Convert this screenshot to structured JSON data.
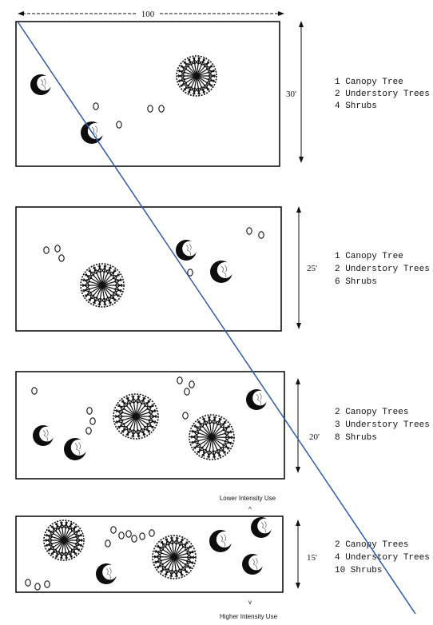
{
  "width_label": "100",
  "panels": [
    {
      "depth_label": "30'",
      "legend": [
        "1 Canopy Tree",
        "2 Understory Trees",
        "4 Shrubs"
      ]
    },
    {
      "depth_label": "25'",
      "legend": [
        "1 Canopy Tree",
        "2 Understory Trees",
        "6 Shrubs"
      ]
    },
    {
      "depth_label": "20'",
      "legend": [
        "2 Canopy Trees",
        "3 Understory Trees",
        "8 Shrubs"
      ]
    },
    {
      "depth_label": "15'",
      "legend": [
        "2 Canopy Trees",
        "4 Understory Trees",
        "10 Shrubs"
      ]
    }
  ],
  "intensity": {
    "lower_label": "Lower Intensity Use",
    "lower_arrow": "^",
    "higher_label": "Higher Intensity Use",
    "higher_arrow": "v"
  },
  "colors": {
    "ink": "#111111",
    "slash_line": "#2e5aa8",
    "background": "#ffffff"
  },
  "symbols": {
    "canopy_tree": "canopy-tree-icon",
    "understory_tree": "understory-tree-icon",
    "shrub": "shrub-icon"
  }
}
